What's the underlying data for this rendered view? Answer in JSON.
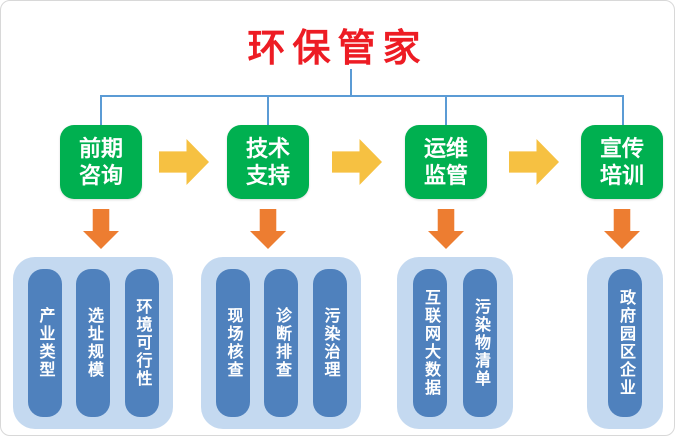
{
  "title": "环保管家",
  "colors": {
    "title_red": "#ED1C24",
    "stage_green": "#00B050",
    "arrow_gold": "#F6C142",
    "arrow_orange": "#ED7D31",
    "group_light_blue": "#C4D9F0",
    "pill_blue": "#4F81BD",
    "connector_blue": "#5B9BD5"
  },
  "stages": [
    {
      "label": "前期咨询",
      "items": [
        "产业类型",
        "选址规模",
        "环境可行性"
      ]
    },
    {
      "label": "技术支持",
      "items": [
        "现场核查",
        "诊断排查",
        "污染治理"
      ]
    },
    {
      "label": "运维监管",
      "items": [
        "互联网大数据",
        "污染物清单"
      ]
    },
    {
      "label": "宣传培训",
      "items": [
        "政府园区企业"
      ]
    }
  ]
}
